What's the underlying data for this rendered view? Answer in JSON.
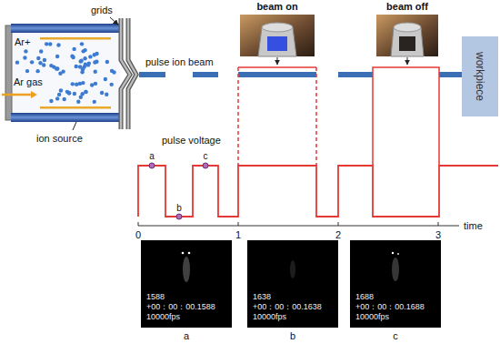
{
  "diagram": {
    "nodes": [
      {
        "text": [
          "beam on"
        ]
      },
      {
        "text": [
          "beam off"
        ]
      },
      {
        "text": [
          "workpiece"
        ]
      },
      {
        "text": [
          "1588",
          "+00：00：00.1588",
          "10000fps",
          "a"
        ]
      },
      {
        "text": [
          "1638",
          "+00：00：00.1638",
          "10000fps",
          "b"
        ]
      },
      {
        "text": [
          "1688",
          "+00：00：00.1688",
          "10000fps",
          "c"
        ]
      }
    ],
    "labels": [
      "Ar+",
      "Ar gas",
      "ion source",
      "grids",
      "pulse ion beam",
      "pulse voltage",
      "a",
      "b",
      "c",
      "0",
      "1",
      "2",
      "3",
      "time"
    ]
  }
}
